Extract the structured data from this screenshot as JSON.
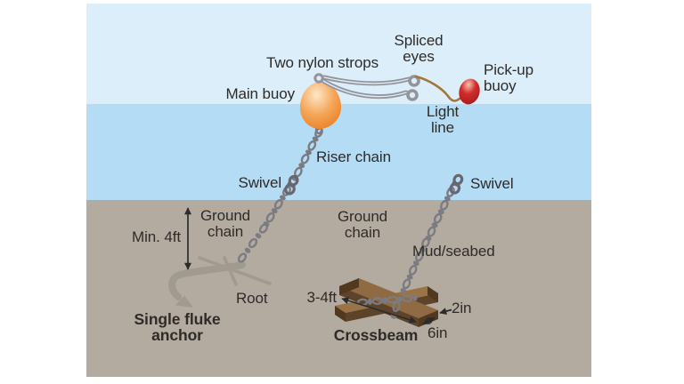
{
  "labels": {
    "spliced_eyes": "Spliced\neyes",
    "two_nylon_strops": "Two nylon strops",
    "main_buoy": "Main buoy",
    "pickup_buoy": "Pick-up\nbuoy",
    "light_line": "Light\nline",
    "riser_chain": "Riser chain",
    "swivel_left": "Swivel",
    "swivel_right": "Swivel",
    "ground_chain_left": "Ground\nchain",
    "ground_chain_right": "Ground\nchain",
    "mud_seabed": "Mud/seabed",
    "min_depth": "Min. 4ft",
    "root": "Root",
    "single_fluke_anchor": "Single fluke\nanchor",
    "crossbeam": "Crossbeam",
    "beam_length": "3-4ft",
    "beam_thickness": "2in",
    "beam_width": "6in"
  },
  "colors": {
    "sky": "#dceefa",
    "water": "#b4dcf4",
    "seabed": "#b4aba0",
    "text": "#2e2b28",
    "arrow": "#2b2b2b",
    "chain": "#7b7b82",
    "swivel": "#67676f",
    "strop": "#94949a",
    "light_line": "#a3763c",
    "anchor": "#a19a8f",
    "buoy_light": "#fde7c8",
    "buoy_mid": "#f5a659",
    "buoy_main": "#e87a1d",
    "pickup_light": "#f7c4ae",
    "pickup_main": "#d42a2c",
    "pickup_dark": "#991b1f",
    "wood_top": "#906a42",
    "wood_top2": "#9a7446",
    "wood_side": "#5e432b",
    "wood_end": "#51391f"
  }
}
